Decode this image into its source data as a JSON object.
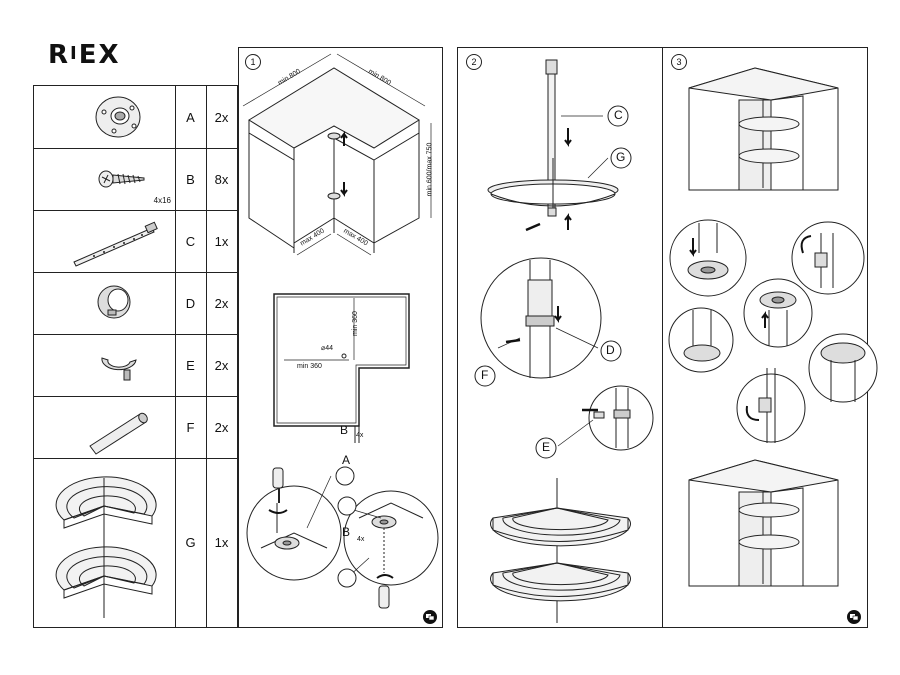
{
  "brand": {
    "logo_r": "R",
    "logo_i": "I",
    "logo_ex": "EX"
  },
  "parts": [
    {
      "letter": "A",
      "qty": "2x",
      "size": "",
      "icon": "flange-plate-icon"
    },
    {
      "letter": "B",
      "qty": "8x",
      "size": "4x16",
      "icon": "screw-icon"
    },
    {
      "letter": "C",
      "qty": "1x",
      "size": "",
      "icon": "pole-icon"
    },
    {
      "letter": "D",
      "qty": "2x",
      "size": "",
      "icon": "collar-ring-icon"
    },
    {
      "letter": "E",
      "qty": "2x",
      "size": "",
      "icon": "clip-ring-icon"
    },
    {
      "letter": "F",
      "qty": "2x",
      "size": "",
      "icon": "pin-icon"
    },
    {
      "letter": "G",
      "qty": "1x",
      "size": "",
      "icon": "wire-basket-icon"
    }
  ],
  "steps": [
    {
      "number": "1",
      "dims": {
        "min800_a": "min 800",
        "min800_b": "min 800",
        "height": "min 600/max 750",
        "max400_a": "max 400",
        "max400_b": "max 400",
        "min360_a": "min 360",
        "min360_b": "min 360",
        "dia": "⌀44"
      },
      "callouts": {
        "b_top": "B",
        "b_top_qty": "4x",
        "a": "A",
        "b_bottom": "B",
        "b_bottom_qty": "4x"
      }
    },
    {
      "number": "2",
      "callouts": {
        "c": "C",
        "g": "G",
        "d": "D",
        "f": "F",
        "e": "E"
      }
    },
    {
      "number": "3"
    }
  ],
  "turn_icon": "turn-page-icon"
}
